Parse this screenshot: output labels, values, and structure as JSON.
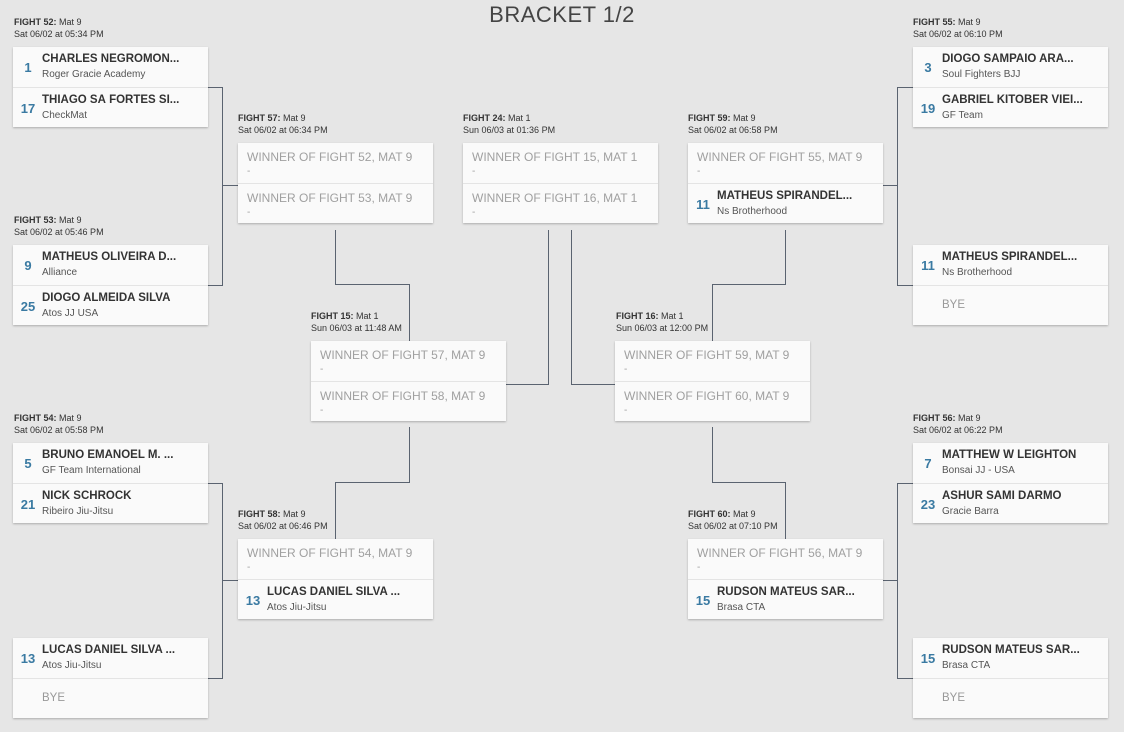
{
  "title": "BRACKET 1/2",
  "fights": {
    "f52": {
      "fight": "FIGHT 52:",
      "mat": "Mat 9",
      "time": "Sat 06/02 at 05:34 PM",
      "slots": [
        {
          "seed": "1",
          "name": "CHARLES NEGROMON...",
          "team": "Roger Gracie Academy"
        },
        {
          "seed": "17",
          "name": "THIAGO SÁ FORTES SI...",
          "team": "CheckMat"
        }
      ]
    },
    "f53": {
      "fight": "FIGHT 53:",
      "mat": "Mat 9",
      "time": "Sat 06/02 at 05:46 PM",
      "slots": [
        {
          "seed": "9",
          "name": "MATHEUS OLIVEIRA D...",
          "team": "Alliance"
        },
        {
          "seed": "25",
          "name": "DIOGO ALMEIDA SILVA",
          "team": "Atos JJ USA"
        }
      ]
    },
    "f54": {
      "fight": "FIGHT 54:",
      "mat": "Mat 9",
      "time": "Sat 06/02 at 05:58 PM",
      "slots": [
        {
          "seed": "5",
          "name": "BRUNO EMANOEL M. ...",
          "team": "GF Team International"
        },
        {
          "seed": "21",
          "name": "NICK SCHROCK",
          "team": "Ribeiro Jiu-Jitsu"
        }
      ]
    },
    "fL4": {
      "slots": [
        {
          "seed": "13",
          "name": "LUCAS DANIEL SILVA ...",
          "team": "Atos Jiu-Jitsu"
        },
        {
          "name": "BYE"
        }
      ]
    },
    "f57": {
      "fight": "FIGHT 57:",
      "mat": "Mat 9",
      "time": "Sat 06/02 at 06:34 PM",
      "slots": [
        {
          "pending": "WINNER OF FIGHT 52, MAT 9",
          "dash": "-"
        },
        {
          "pending": "WINNER OF FIGHT 53, MAT 9",
          "dash": "-"
        }
      ]
    },
    "f58": {
      "fight": "FIGHT 58:",
      "mat": "Mat 9",
      "time": "Sat 06/02 at 06:46 PM",
      "slots": [
        {
          "pending": "WINNER OF FIGHT 54, MAT 9",
          "dash": "-"
        },
        {
          "seed": "13",
          "name": "LUCAS DANIEL SILVA ...",
          "team": "Atos Jiu-Jitsu"
        }
      ]
    },
    "f15": {
      "fight": "FIGHT 15:",
      "mat": "Mat 1",
      "time": "Sun 06/03 at 11:48 AM",
      "slots": [
        {
          "pending": "WINNER OF FIGHT 57, MAT 9",
          "dash": "-"
        },
        {
          "pending": "WINNER OF FIGHT 58, MAT 9",
          "dash": "-"
        }
      ]
    },
    "f24": {
      "fight": "FIGHT 24:",
      "mat": "Mat 1",
      "time": "Sun 06/03 at 01:36 PM",
      "slots": [
        {
          "pending": "WINNER OF FIGHT 15, MAT 1",
          "dash": "-"
        },
        {
          "pending": "WINNER OF FIGHT 16, MAT 1",
          "dash": "-"
        }
      ]
    },
    "f16": {
      "fight": "FIGHT 16:",
      "mat": "Mat 1",
      "time": "Sun 06/03 at 12:00 PM",
      "slots": [
        {
          "pending": "WINNER OF FIGHT 59, MAT 9",
          "dash": "-"
        },
        {
          "pending": "WINNER OF FIGHT 60, MAT 9",
          "dash": "-"
        }
      ]
    },
    "f59": {
      "fight": "FIGHT 59:",
      "mat": "Mat 9",
      "time": "Sat 06/02 at 06:58 PM",
      "slots": [
        {
          "pending": "WINNER OF FIGHT 55, MAT 9",
          "dash": "-"
        },
        {
          "seed": "11",
          "name": "MATHEUS SPIRANDEL...",
          "team": "Ns Brotherhood"
        }
      ]
    },
    "f60": {
      "fight": "FIGHT 60:",
      "mat": "Mat 9",
      "time": "Sat 06/02 at 07:10 PM",
      "slots": [
        {
          "pending": "WINNER OF FIGHT 56, MAT 9",
          "dash": "-"
        },
        {
          "seed": "15",
          "name": "RUDSON MATEUS SAR...",
          "team": "Brasa CTA"
        }
      ]
    },
    "f55": {
      "fight": "FIGHT 55:",
      "mat": "Mat 9",
      "time": "Sat 06/02 at 06:10 PM",
      "slots": [
        {
          "seed": "3",
          "name": "DIOGO SAMPAIO ARA...",
          "team": "Soul Fighters BJJ"
        },
        {
          "seed": "19",
          "name": "GABRIEL KITOBER VIEI...",
          "team": "GF Team"
        }
      ]
    },
    "fR2": {
      "slots": [
        {
          "seed": "11",
          "name": "MATHEUS SPIRANDEL...",
          "team": "Ns Brotherhood"
        },
        {
          "name": "BYE"
        }
      ]
    },
    "f56": {
      "fight": "FIGHT 56:",
      "mat": "Mat 9",
      "time": "Sat 06/02 at 06:22 PM",
      "slots": [
        {
          "seed": "7",
          "name": "MATTHEW W LEIGHTON",
          "team": "Bonsai JJ - USA"
        },
        {
          "seed": "23",
          "name": "ASHUR SAMI DARMO",
          "team": "Gracie Barra"
        }
      ]
    },
    "fR4": {
      "slots": [
        {
          "seed": "15",
          "name": "RUDSON MATEUS SAR...",
          "team": "Brasa CTA"
        },
        {
          "name": "BYE"
        }
      ]
    }
  }
}
